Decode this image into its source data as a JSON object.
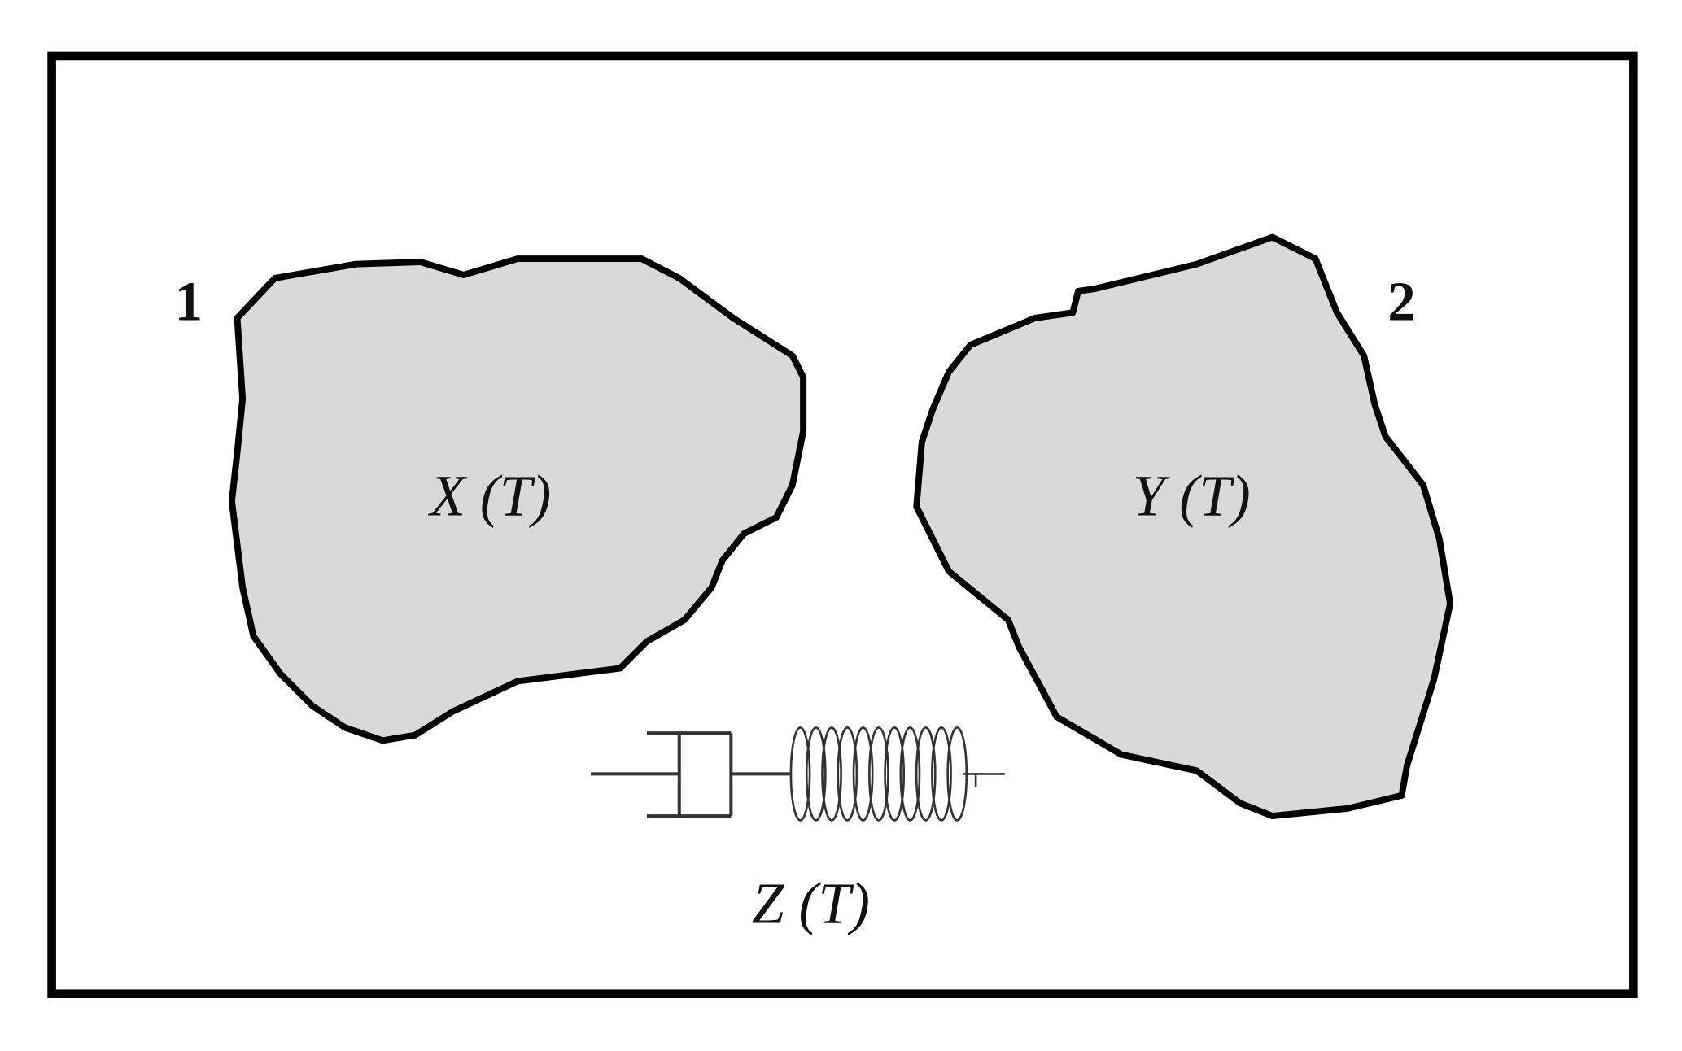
{
  "diagram": {
    "body1": {
      "number": "1",
      "label": "X (T)"
    },
    "body2": {
      "number": "2",
      "label": "Y (T)"
    },
    "coupling": {
      "label": "Z (T)",
      "elements": [
        "dashpot",
        "spring"
      ]
    },
    "colors": {
      "body_fill": "#d9d9d9",
      "stroke": "#000000",
      "background": "#ffffff"
    }
  }
}
